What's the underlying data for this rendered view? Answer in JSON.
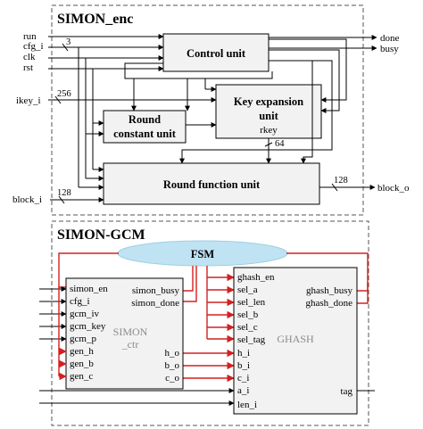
{
  "enc": {
    "title": "SIMON_enc",
    "control_unit": "Control unit",
    "key_expansion_line1": "Key expansion",
    "key_expansion_line2": "unit",
    "rkey": "rkey",
    "round_constant_line1": "Round",
    "round_constant_line2": "constant unit",
    "round_function": "Round function unit",
    "inputs": {
      "run": "run",
      "cfg": "cfg_i",
      "clk": "clk",
      "rst": "rst",
      "ikey": "ikey_i",
      "block": "block_i"
    },
    "outputs": {
      "done": "done",
      "busy": "busy",
      "block_o": "block_o"
    },
    "bus_widths": {
      "cfg": "3",
      "ikey": "256",
      "rkey": "64",
      "block_in": "128",
      "block_out": "128"
    }
  },
  "gcm": {
    "title": "SIMON-GCM",
    "fsm": "FSM",
    "simon_ctr": {
      "name_line1": "SIMON",
      "name_line2": "_ctr",
      "inputs": [
        "simon_en",
        "cfg_i",
        "gcm_iv",
        "gcm_key",
        "gcm_p",
        "gen_h",
        "gen_b",
        "gen_c"
      ],
      "outputs": [
        "simon_busy",
        "simon_done",
        "h_o",
        "b_o",
        "c_o"
      ]
    },
    "ghash": {
      "name": "GHASH",
      "inputs": [
        "ghash_en",
        "sel_a",
        "sel_len",
        "sel_b",
        "sel_c",
        "sel_tag",
        "h_i",
        "b_i",
        "c_i",
        "a_i",
        "len_i"
      ],
      "outputs": [
        "ghash_busy",
        "ghash_done",
        "tag"
      ]
    }
  },
  "colors": {
    "control_wire": "#d42020",
    "fsm_fill": "#bfe3f2",
    "block_fill": "#f2f2f2"
  }
}
